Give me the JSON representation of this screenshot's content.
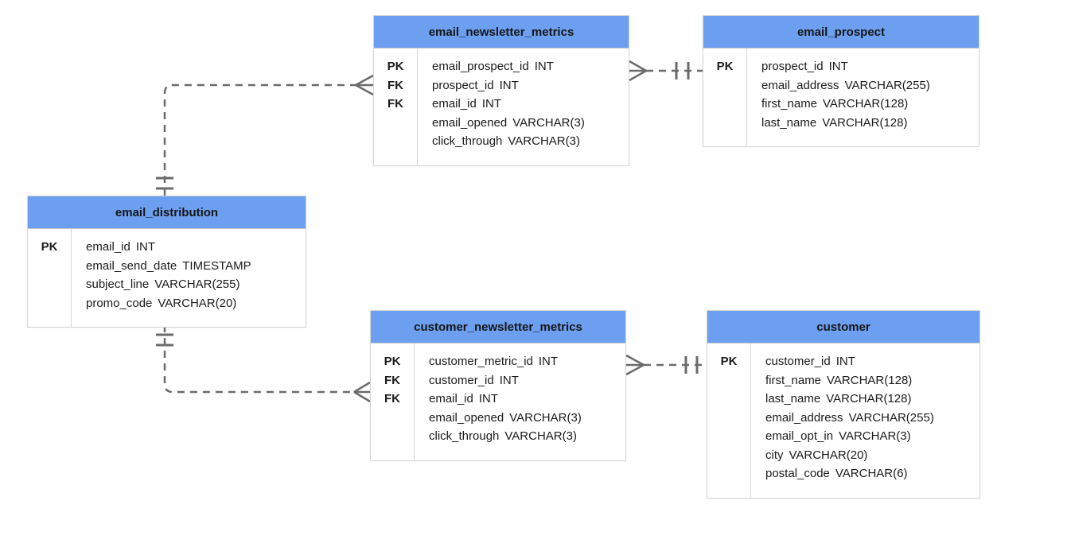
{
  "colors": {
    "header_fill": "#6d9ff0",
    "table_border": "#d5d5d5",
    "text": "#1b1b1b",
    "connector": "#6b6b6b",
    "canvas_bg": "#ffffff"
  },
  "tables": [
    {
      "id": "email_newsletter_metrics",
      "title": "email_newsletter_metrics",
      "columns": [
        {
          "key": "PK",
          "name": "email_prospect_id",
          "type": "INT"
        },
        {
          "key": "FK",
          "name": "prospect_id",
          "type": "INT"
        },
        {
          "key": "FK",
          "name": "email_id",
          "type": "INT"
        },
        {
          "key": "",
          "name": "email_opened",
          "type": "VARCHAR(3)"
        },
        {
          "key": "",
          "name": "click_through",
          "type": "VARCHAR(3)"
        }
      ]
    },
    {
      "id": "email_prospect",
      "title": "email_prospect",
      "columns": [
        {
          "key": "PK",
          "name": "prospect_id",
          "type": "INT"
        },
        {
          "key": "",
          "name": "email_address",
          "type": "VARCHAR(255)"
        },
        {
          "key": "",
          "name": "first_name",
          "type": "VARCHAR(128)"
        },
        {
          "key": "",
          "name": "last_name",
          "type": "VARCHAR(128)"
        }
      ]
    },
    {
      "id": "email_distribution",
      "title": "email_distribution",
      "columns": [
        {
          "key": "PK",
          "name": "email_id",
          "type": "INT"
        },
        {
          "key": "",
          "name": "email_send_date",
          "type": "TIMESTAMP"
        },
        {
          "key": "",
          "name": "subject_line",
          "type": "VARCHAR(255)"
        },
        {
          "key": "",
          "name": "promo_code",
          "type": "VARCHAR(20)"
        }
      ]
    },
    {
      "id": "customer_newsletter_metrics",
      "title": "customer_newsletter_metrics",
      "columns": [
        {
          "key": "PK",
          "name": "customer_metric_id",
          "type": "INT"
        },
        {
          "key": "FK",
          "name": "customer_id",
          "type": "INT"
        },
        {
          "key": "FK",
          "name": "email_id",
          "type": "INT"
        },
        {
          "key": "",
          "name": "email_opened",
          "type": "VARCHAR(3)"
        },
        {
          "key": "",
          "name": "click_through",
          "type": "VARCHAR(3)"
        }
      ]
    },
    {
      "id": "customer",
      "title": "customer",
      "columns": [
        {
          "key": "PK",
          "name": "customer_id",
          "type": "INT"
        },
        {
          "key": "",
          "name": "first_name",
          "type": "VARCHAR(128)"
        },
        {
          "key": "",
          "name": "last_name",
          "type": "VARCHAR(128)"
        },
        {
          "key": "",
          "name": "email_address",
          "type": "VARCHAR(255)"
        },
        {
          "key": "",
          "name": "email_opt_in",
          "type": "VARCHAR(3)"
        },
        {
          "key": "",
          "name": "city",
          "type": "VARCHAR(20)"
        },
        {
          "key": "",
          "name": "postal_code",
          "type": "VARCHAR(6)"
        }
      ]
    }
  ],
  "relationships": [
    {
      "from_table": "email_newsletter_metrics",
      "from_end": "many",
      "to_table": "email_prospect",
      "to_end": "one and only one",
      "line": "dashed"
    },
    {
      "from_table": "email_newsletter_metrics",
      "from_end": "many",
      "to_table": "email_distribution",
      "to_end": "one and only one",
      "line": "dashed"
    },
    {
      "from_table": "customer_newsletter_metrics",
      "from_end": "many",
      "to_table": "email_distribution",
      "to_end": "one and only one",
      "line": "dashed"
    },
    {
      "from_table": "customer_newsletter_metrics",
      "from_end": "many",
      "to_table": "customer",
      "to_end": "one and only one",
      "line": "dashed"
    }
  ]
}
